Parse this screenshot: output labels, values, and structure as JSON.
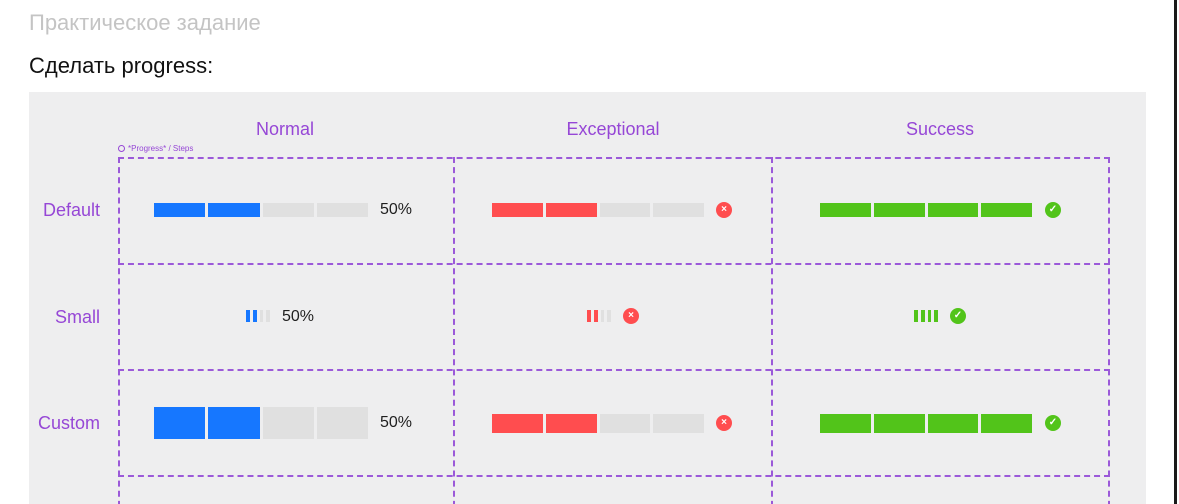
{
  "page": {
    "subtitle": "Практическое задание",
    "heading": "Сделать progress:"
  },
  "colors": {
    "normal": "#1677ff",
    "exceptional": "#ff4d4f",
    "success": "#52c41a",
    "track": "#e0e0e0",
    "annotation": "#9647d6"
  },
  "component_tag": "*Progress* / Steps",
  "columns": [
    "Normal",
    "Exceptional",
    "Success"
  ],
  "rows": [
    "Default",
    "Small",
    "Custom"
  ],
  "steps_total": 4,
  "cells": [
    {
      "row": "Default",
      "column": "Normal",
      "steps_filled": 2,
      "percent_text": "50%"
    },
    {
      "row": "Default",
      "column": "Exceptional",
      "steps_filled": 2,
      "status_icon": "close-circle-icon"
    },
    {
      "row": "Default",
      "column": "Success",
      "steps_filled": 4,
      "status_icon": "check-circle-icon"
    },
    {
      "row": "Small",
      "column": "Normal",
      "steps_filled": 2,
      "percent_text": "50%"
    },
    {
      "row": "Small",
      "column": "Exceptional",
      "steps_filled": 2,
      "status_icon": "close-circle-icon"
    },
    {
      "row": "Small",
      "column": "Success",
      "steps_filled": 4,
      "status_icon": "check-circle-icon"
    },
    {
      "row": "Custom",
      "column": "Normal",
      "steps_filled": 2,
      "percent_text": "50%"
    },
    {
      "row": "Custom",
      "column": "Exceptional",
      "steps_filled": 2,
      "status_icon": "close-circle-icon"
    },
    {
      "row": "Custom",
      "column": "Success",
      "steps_filled": 4,
      "status_icon": "check-circle-icon"
    }
  ]
}
